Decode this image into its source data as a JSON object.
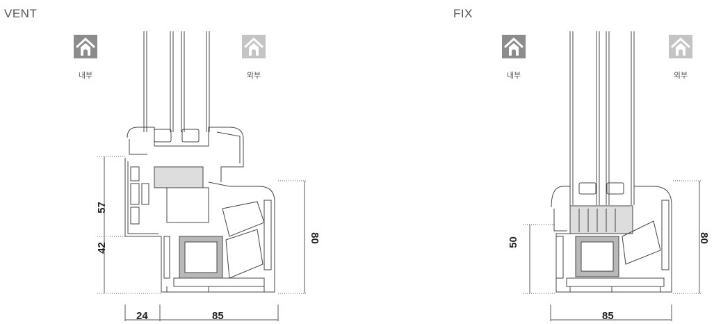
{
  "panels": {
    "vent": {
      "title": "VENT",
      "inside_label": "내부",
      "outside_label": "외부",
      "dims": {
        "d57": "57",
        "d42": "42",
        "d80": "80",
        "d24": "24",
        "d85": "85"
      }
    },
    "fix": {
      "title": "FIX",
      "inside_label": "내부",
      "outside_label": "외부",
      "dims": {
        "d50": "50",
        "d80": "80",
        "d85": "85"
      }
    }
  },
  "icons": {
    "inside": "house-inside-icon",
    "outside": "house-outside-icon"
  },
  "colors": {
    "inside_icon": "#8c8c8c",
    "outside_icon": "#c4c4c4",
    "profile_stroke": "#444444",
    "steel": "#b8b8b8"
  }
}
